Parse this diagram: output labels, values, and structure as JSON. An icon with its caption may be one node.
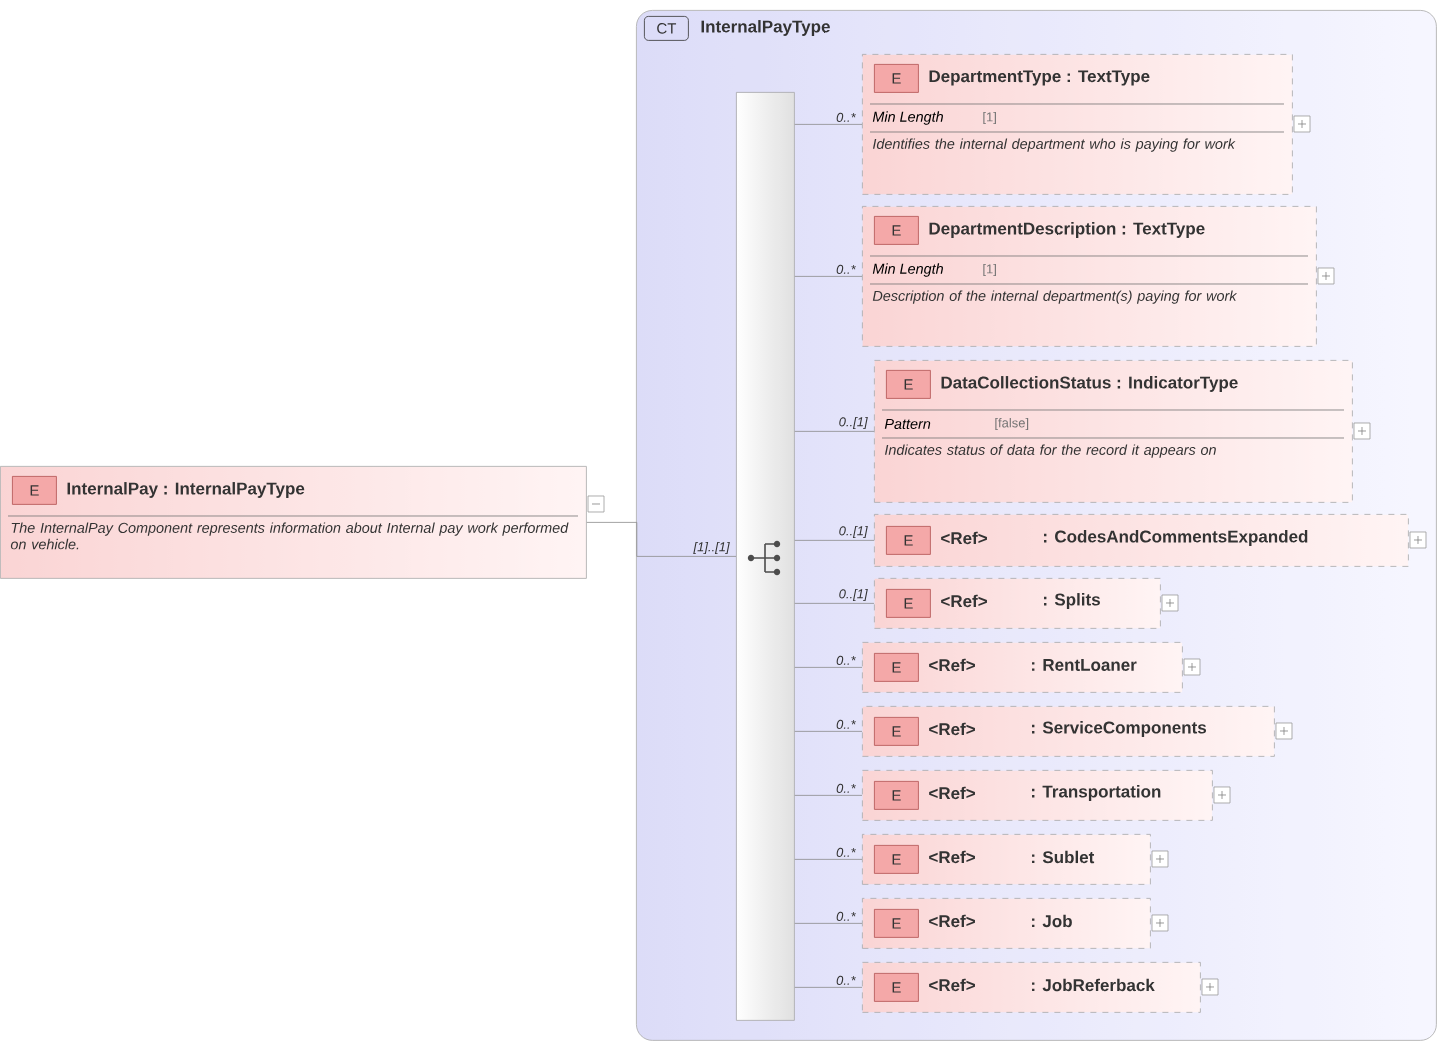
{
  "diagram": {
    "nodes": [
      {
        "text": [
          "E",
          "InternalPay : InternalPayType",
          "The InternalPay Component represents information about Internal pay work performed on vehicle."
        ]
      },
      {
        "text": [
          "CT",
          "InternalPayType"
        ]
      },
      {
        "text": [],
        "shape": "bar",
        "in": 1
      },
      {
        "text": [
          "E",
          "DepartmentType : TextType",
          "Min Length",
          "[1]",
          "Identifies the internal department who is paying for work"
        ],
        "in": 1
      },
      {
        "text": [
          "E",
          "DepartmentDescription : TextType",
          "Min Length",
          "[1]",
          "Description of the internal department(s) paying for work"
        ],
        "in": 1
      },
      {
        "text": [
          "E",
          "DataCollectionStatus : IndicatorType",
          "Pattern",
          "[false]",
          "Indicates status of data for the record it appears on"
        ],
        "in": 1
      },
      {
        "text": [
          "E",
          "<Ref>",
          ": CodesAndCommentsExpanded"
        ],
        "in": 1
      },
      {
        "text": [
          "E",
          "<Ref>",
          ": Splits"
        ],
        "in": 1
      },
      {
        "text": [
          "E",
          "<Ref>",
          ": RentLoaner"
        ],
        "in": 1
      },
      {
        "text": [
          "E",
          "<Ref>",
          ": ServiceComponents"
        ],
        "in": 1
      },
      {
        "text": [
          "E",
          "<Ref>",
          ": Transportation"
        ],
        "in": 1
      },
      {
        "text": [
          "E",
          "<Ref>",
          ": Sublet"
        ],
        "in": 1
      },
      {
        "text": [
          "E",
          "<Ref>",
          ": Job"
        ],
        "in": 1
      },
      {
        "text": [
          "E",
          "<Ref>",
          ": JobReferback"
        ],
        "in": 1
      }
    ],
    "edges": [
      {
        "from": 0,
        "to": 2,
        "arrow": "none",
        "label": "[1]..[1]"
      },
      {
        "from": 2,
        "to": 3,
        "arrow": "none",
        "label": "0..*"
      },
      {
        "from": 2,
        "to": 4,
        "arrow": "none",
        "label": "0..*"
      },
      {
        "from": 2,
        "to": 5,
        "arrow": "none",
        "label": "0..[1]"
      },
      {
        "from": 2,
        "to": 6,
        "arrow": "none",
        "label": "0..[1]"
      },
      {
        "from": 2,
        "to": 7,
        "arrow": "none",
        "label": "0..[1]"
      },
      {
        "from": 2,
        "to": 8,
        "arrow": "none",
        "label": "0..*"
      },
      {
        "from": 2,
        "to": 9,
        "arrow": "none",
        "label": "0..*"
      },
      {
        "from": 2,
        "to": 10,
        "arrow": "none",
        "label": "0..*"
      },
      {
        "from": 2,
        "to": 11,
        "arrow": "none",
        "label": "0..*"
      },
      {
        "from": 2,
        "to": 12,
        "arrow": "none",
        "label": "0..*"
      },
      {
        "from": 2,
        "to": 13,
        "arrow": "none",
        "label": "0..*"
      }
    ]
  }
}
